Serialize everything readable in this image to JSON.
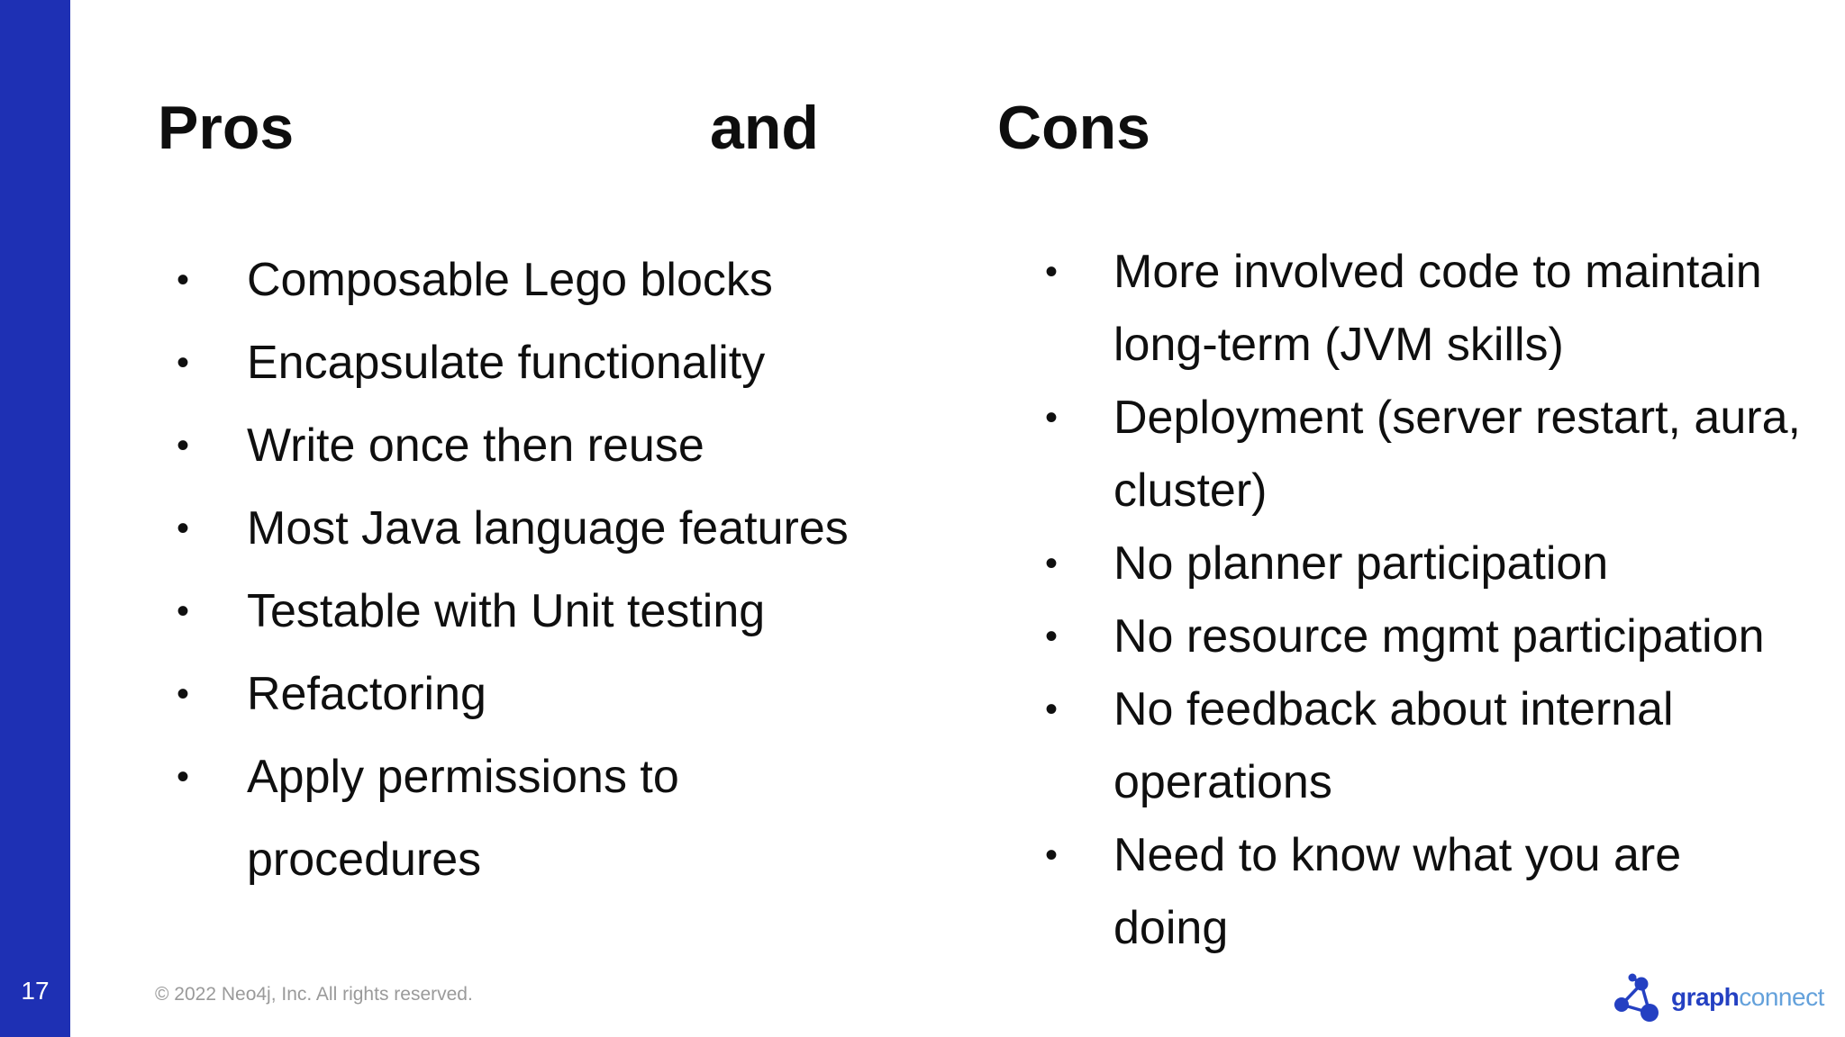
{
  "slide": {
    "title": {
      "pros": "Pros",
      "and": "and",
      "cons": "Cons"
    },
    "page_number": "17",
    "copyright": "© 2022 Neo4j, Inc. All rights reserved."
  },
  "lists": {
    "bullet_glyph": "•",
    "pros": [
      "Composable Lego blocks",
      "Encapsulate functionality",
      "Write once then reuse",
      "Most Java language features",
      "Testable with Unit testing",
      "Refactoring",
      "Apply permissions to\nprocedures"
    ],
    "cons": [
      "More involved code to maintain\nlong-term (JVM skills)",
      "Deployment (server restart, aura,\ncluster)",
      "No planner participation",
      "No resource mgmt participation",
      "No feedback about internal\noperations",
      "Need to know what you are\ndoing"
    ]
  },
  "logo": {
    "word_bold": "graph",
    "word_light": "connect",
    "icon": "graph-triangle-icon"
  },
  "colors": {
    "accent_bar": "#1E30B4",
    "body_text": "#0F0F0F",
    "muted_text": "#9A9A9A",
    "logo_dark_blue": "#2440C2",
    "logo_light_blue": "#64A1DB",
    "page_number_text": "#FFFFFF",
    "background": "#FFFFFF"
  }
}
